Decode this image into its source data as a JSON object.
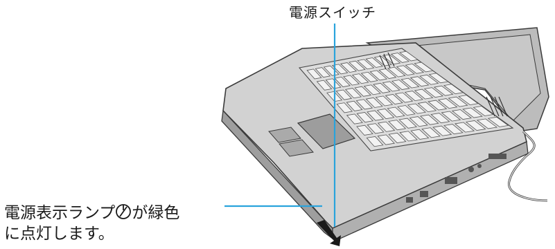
{
  "callouts": {
    "power_switch": "電源スイッチ",
    "lamp_line1_before": "電源表示ランプ",
    "power_symbol": "power-symbol-icon",
    "lamp_line1_after": "が緑色",
    "lamp_line2": "に点灯します。"
  },
  "colors": {
    "leader_line": "#29a3dc",
    "body_outline": "#3a3a3a",
    "body_fill": "#cfcfcf",
    "body_shadow": "#a8a8a8",
    "key_fill": "#ededed",
    "screen_fill": "#b9b9b9"
  },
  "icons": [
    "laptop-illustration",
    "keyboard-icon",
    "touchpad-icon",
    "power-cable-icon",
    "arrow-icon"
  ]
}
